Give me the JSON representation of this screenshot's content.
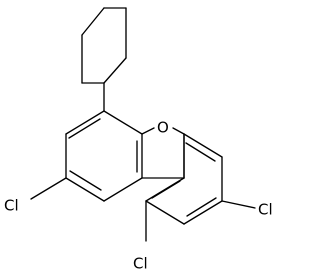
{
  "molecule": {
    "atoms": {
      "oxygen": "O",
      "chlorine_left": "Cl",
      "chlorine_right": "Cl",
      "chlorine_bottom": "Cl"
    }
  }
}
